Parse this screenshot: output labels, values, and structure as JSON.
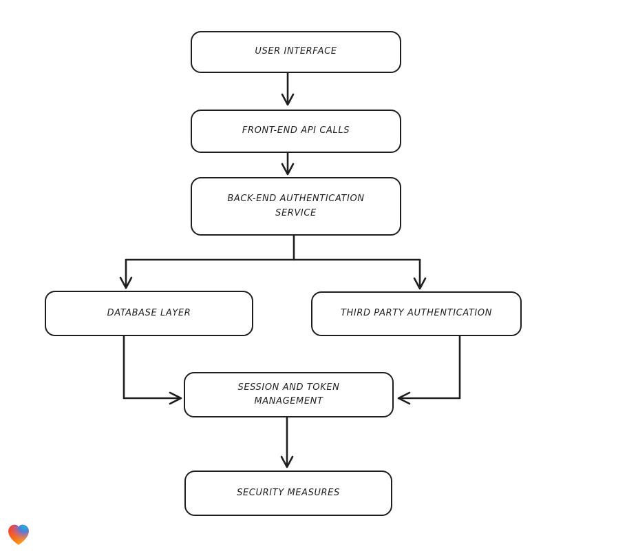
{
  "diagram": {
    "title": "Authentication architecture flowchart",
    "style": "hand-drawn whiteboard sketch",
    "stroke_color": "#1e1e1e",
    "background_color": "#ffffff",
    "nodes": [
      {
        "id": "user-interface",
        "label": "USER INTERFACE"
      },
      {
        "id": "front-end-api-calls",
        "label": "FRONT-END API CALLS"
      },
      {
        "id": "back-end-authentication-service",
        "label": "BACK-END AUTHENTICATION SERVICE"
      },
      {
        "id": "database-layer",
        "label": "DATABASE LAYER"
      },
      {
        "id": "third-party-authentication",
        "label": "THIRD PARTY AUTHENTICATION"
      },
      {
        "id": "session-and-token-management",
        "label": "SESSION AND TOKEN MANAGEMENT"
      },
      {
        "id": "security-measures",
        "label": "SECURITY MEASURES"
      }
    ],
    "edges": [
      {
        "from": "user-interface",
        "to": "front-end-api-calls"
      },
      {
        "from": "front-end-api-calls",
        "to": "back-end-authentication-service"
      },
      {
        "from": "back-end-authentication-service",
        "to": "database-layer"
      },
      {
        "from": "back-end-authentication-service",
        "to": "third-party-authentication"
      },
      {
        "from": "database-layer",
        "to": "session-and-token-management"
      },
      {
        "from": "third-party-authentication",
        "to": "session-and-token-management"
      },
      {
        "from": "session-and-token-management",
        "to": "security-measures"
      }
    ],
    "logo": {
      "name": "gradient-heart-logo",
      "colors": [
        "#f43f3b",
        "#f97316",
        "#fbbf24",
        "#3b7cf6",
        "#18b5d8"
      ]
    }
  }
}
